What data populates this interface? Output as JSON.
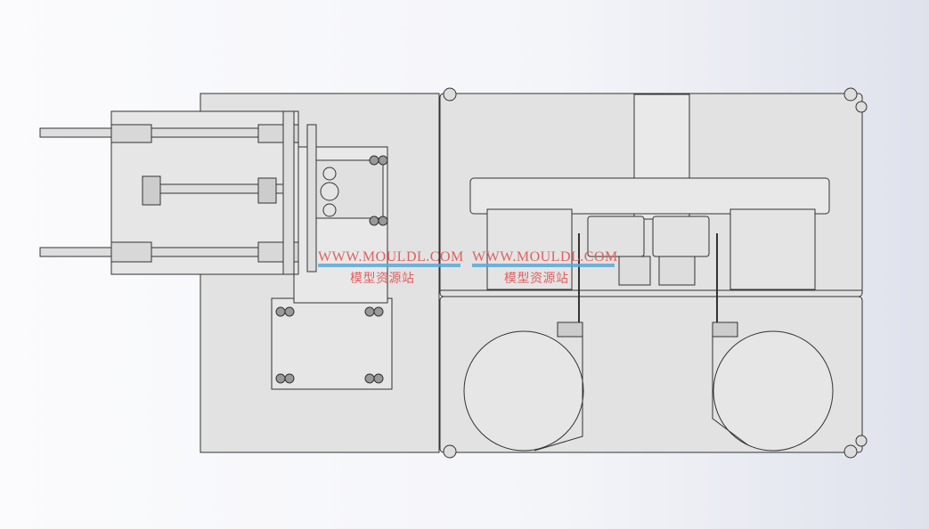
{
  "watermarks": [
    {
      "url": "WWW.MOULDL.COM",
      "label": "模型资源站"
    },
    {
      "url": "WWW.MOULDL.COM",
      "label": "模型资源站"
    }
  ]
}
